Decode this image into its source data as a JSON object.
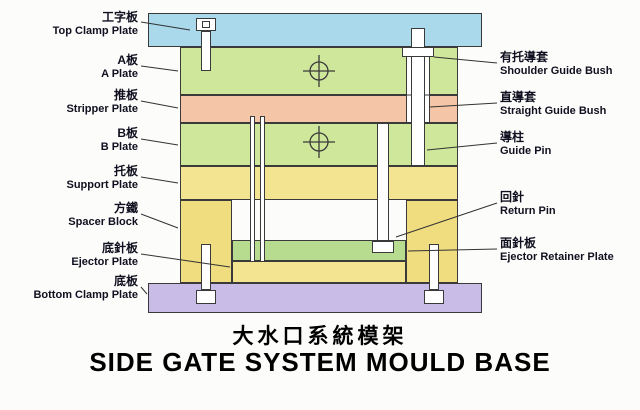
{
  "title": {
    "zh": "大水口系統模架",
    "en": "SIDE GATE SYSTEM MOULD BASE"
  },
  "labels": {
    "left": [
      {
        "zh": "工字板",
        "en": "Top Clamp Plate"
      },
      {
        "zh": "A板",
        "en": "A Plate"
      },
      {
        "zh": "推板",
        "en": "Stripper Plate"
      },
      {
        "zh": "B板",
        "en": "B Plate"
      },
      {
        "zh": "托板",
        "en": "Support Plate"
      },
      {
        "zh": "方鐵",
        "en": "Spacer Block"
      },
      {
        "zh": "底針板",
        "en": "Ejector Plate"
      },
      {
        "zh": "底板",
        "en": "Bottom Clamp Plate"
      }
    ],
    "right": [
      {
        "zh": "有托導套",
        "en": "Shoulder Guide Bush"
      },
      {
        "zh": "直導套",
        "en": "Straight Guide Bush"
      },
      {
        "zh": "導柱",
        "en": "Guide Pin"
      },
      {
        "zh": "回針",
        "en": "Return Pin"
      },
      {
        "zh": "面針板",
        "en": "Ejector Retainer Plate"
      }
    ]
  },
  "colors": {
    "top_clamp": "#a9d9ea",
    "a_plate": "#cfe79b",
    "stripper": "#f4c5a6",
    "b_plate": "#cfe79b",
    "support": "#f3e492",
    "spacer": "#efdd80",
    "ejector_retainer": "#b7dc90",
    "ejector": "#f3e492",
    "bottom_clamp": "#c9bce6",
    "outline": "#3a3a3a",
    "text": "#101020"
  }
}
